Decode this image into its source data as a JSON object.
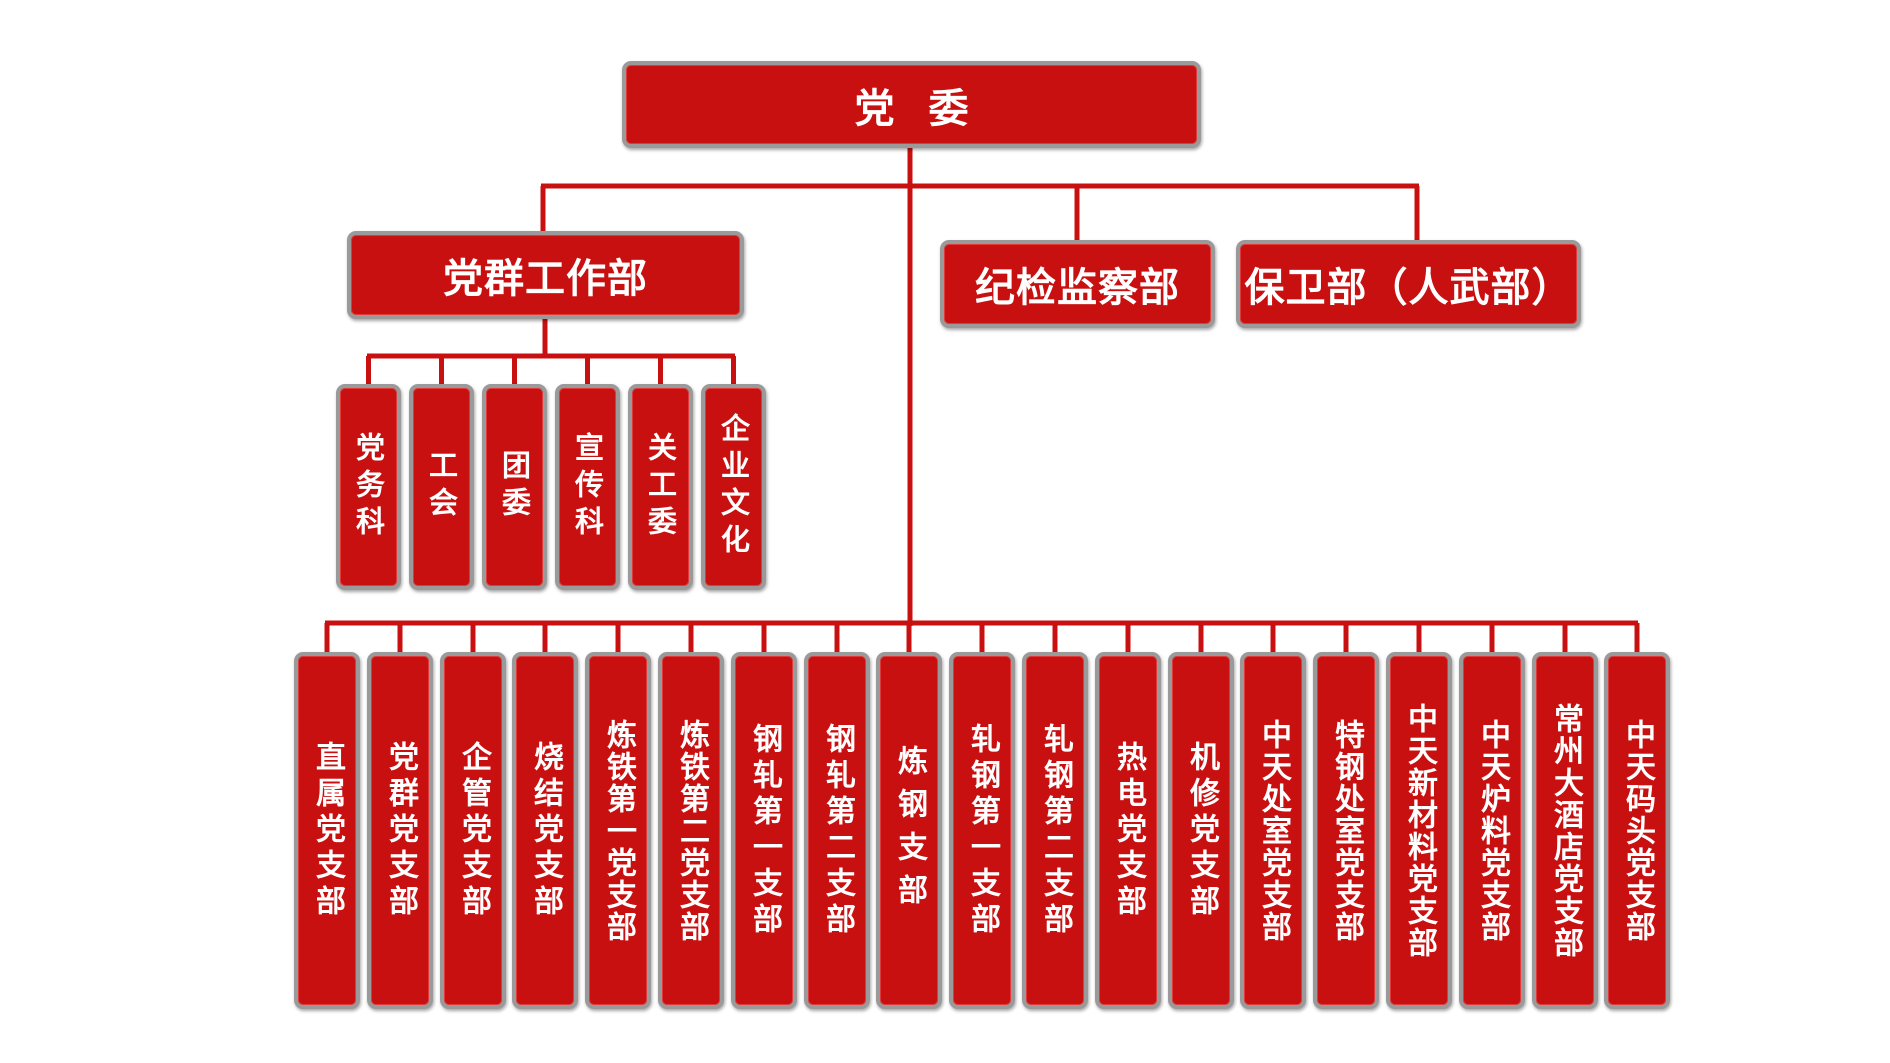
{
  "top": {
    "label": "党委"
  },
  "level2": {
    "dang_qun": "党群工作部",
    "ji_jian": "纪检监察部",
    "bao_wei": "保卫部（人武部）"
  },
  "dang_qun_sections": [
    "党务科",
    "工会",
    "团委",
    "宣传科",
    "关工委",
    "企业文化"
  ],
  "branches": [
    "直属党支部",
    "党群党支部",
    "企管党支部",
    "烧结党支部",
    "炼铁第一党支部",
    "炼铁第二党支部",
    "钢轧第一支部",
    "钢轧第二支部",
    "炼钢支部",
    "轧钢第一支部",
    "轧钢第二支部",
    "热电党支部",
    "机修党支部",
    "中天处室党支部",
    "特钢处室党支部",
    "中天新材料党支部",
    "中天炉料党支部",
    "常州大酒店党支部",
    "中天码头党支部"
  ],
  "colors": {
    "box": "#c81010",
    "line": "#c81010",
    "border": "#9a9a9a",
    "text": "#ffffff"
  }
}
